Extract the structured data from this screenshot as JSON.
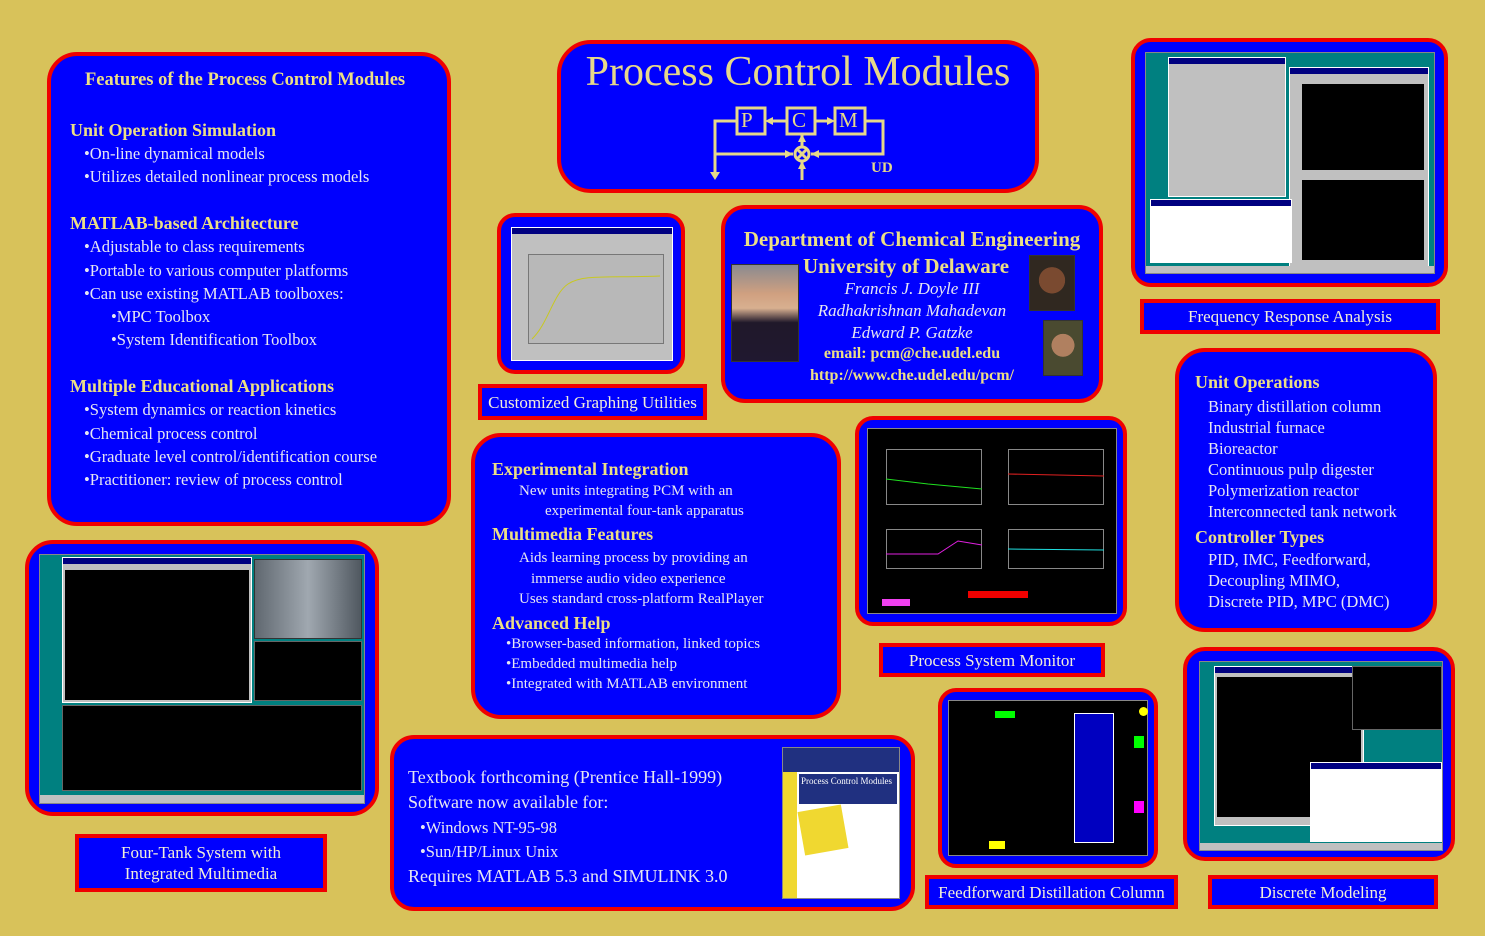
{
  "colors": {
    "background": "#d8c25a",
    "panel": "#0000fe",
    "border": "#f00000",
    "heading": "#ecdf86",
    "body_text": "#e6e6f2"
  },
  "title": {
    "text": "Process Control Modules",
    "diagram": {
      "p": "P",
      "c": "C",
      "m": "M",
      "logo": "UD"
    }
  },
  "features": {
    "title": "Features of the Process Control Modules",
    "sections": [
      {
        "heading": "Unit Operation Simulation",
        "items": [
          "•On-line dynamical models",
          "•Utilizes detailed nonlinear process models"
        ]
      },
      {
        "heading": "MATLAB-based Architecture",
        "items": [
          "•Adjustable to class requirements",
          "•Portable to various computer platforms",
          "•Can use existing MATLAB toolboxes:"
        ],
        "subitems": [
          "•MPC Toolbox",
          "•System Identification Toolbox"
        ]
      },
      {
        "heading": "Multiple Educational Applications",
        "items": [
          "•System dynamics or reaction kinetics",
          "•Chemical process control",
          "•Graduate level control/identification course",
          "•Practitioner: review of process control"
        ]
      }
    ]
  },
  "department": {
    "line1": "Department of Chemical Engineering",
    "line2": "University of Delaware",
    "authors": [
      "Francis J. Doyle III",
      "Radhakrishnan Mahadevan",
      "Edward P. Gatzke"
    ],
    "email": "email: pcm@che.udel.edu",
    "url": "http://www.che.udel.edu/pcm/"
  },
  "captions": {
    "graphing": "Customized Graphing Utilities",
    "frequency": "Frequency Response Analysis",
    "monitor": "Process System Monitor",
    "four_tank_1": "Four-Tank System with",
    "four_tank_2": "Integrated Multimedia",
    "feedforward": "Feedforward Distillation Column",
    "discrete": "Discrete Modeling"
  },
  "unit_ops": {
    "heading1": "Unit Operations",
    "ops": [
      "Binary distillation column",
      "Industrial furnace",
      "Bioreactor",
      "Continuous pulp digester",
      "Polymerization reactor",
      "Interconnected tank network"
    ],
    "heading2": "Controller Types",
    "controllers": [
      "PID, IMC, Feedforward,",
      "Decoupling MIMO,",
      "Discrete PID, MPC (DMC)"
    ]
  },
  "experimental": {
    "h1": "Experimental Integration",
    "l1": "New units  integrating  PCM with an",
    "l2": "experimental four-tank apparatus",
    "h2": "Multimedia Features",
    "l3": "Aids learning process by providing an",
    "l4": "immerse audio video experience",
    "l5": "Uses standard cross-platform RealPlayer",
    "h3": "Advanced Help",
    "l6": "•Browser-based information, linked topics",
    "l7": "•Embedded multimedia help",
    "l8": "•Integrated with MATLAB environment"
  },
  "textbook": {
    "l1": "Textbook forthcoming (Prentice Hall-1999)",
    "l2": "Software now available for:",
    "l3": "•Windows NT-95-98",
    "l4": "•Sun/HP/Linux Unix",
    "l5": "Requires MATLAB 5.3 and SIMULINK 3.0",
    "cover_title": "Process Control Modules"
  }
}
